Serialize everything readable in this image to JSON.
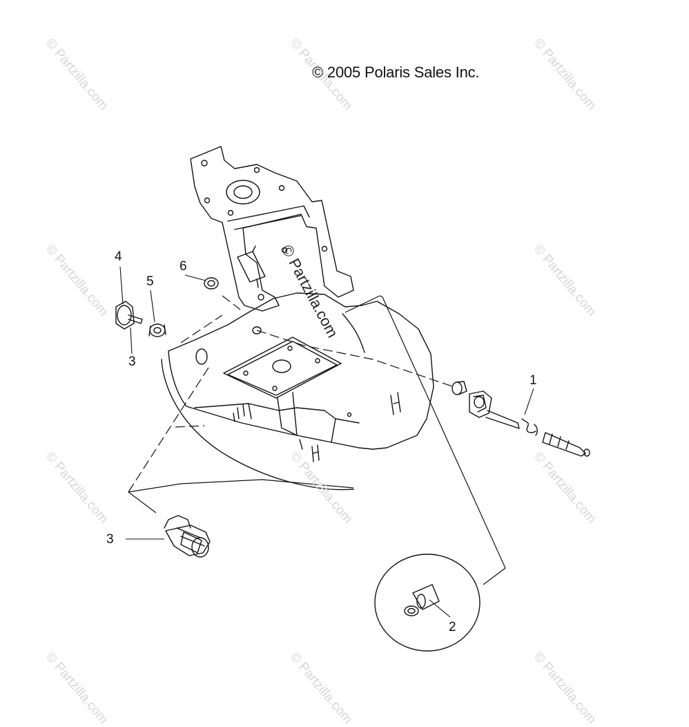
{
  "copyright": "© 2005 Polaris Sales Inc.",
  "watermark": "© Partzilla.com",
  "callouts": {
    "c1": "1",
    "c2": "2",
    "c3_upper": "3",
    "c3_lower": "3",
    "c4": "4",
    "c5": "5",
    "c6": "6"
  },
  "colors": {
    "line": "#111111",
    "watermark": "#d6d6d6"
  }
}
